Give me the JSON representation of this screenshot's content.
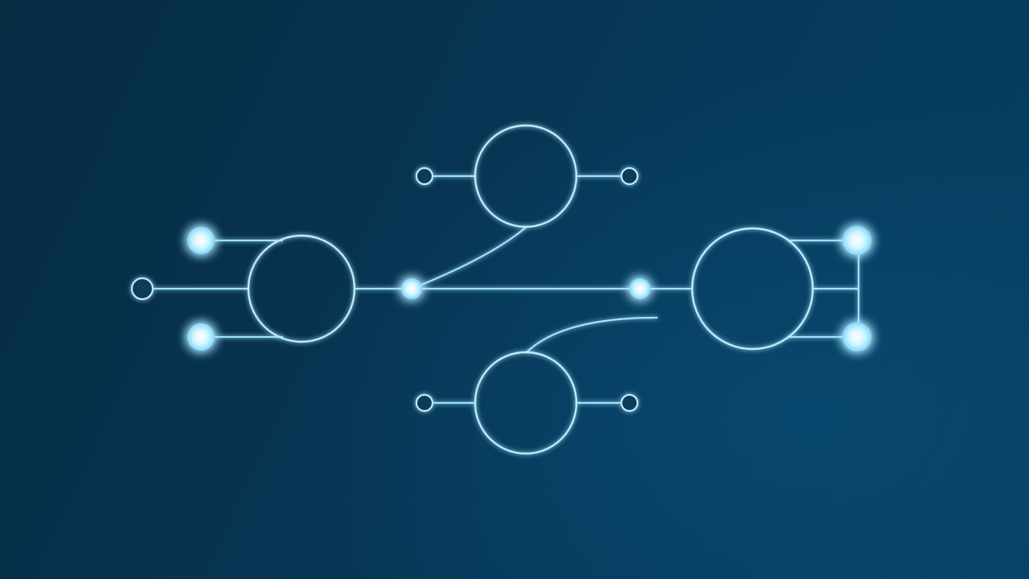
{
  "colors": {
    "background_dark": "#062c42",
    "background_light": "#064063",
    "line": "#9fe3ff",
    "glow": "#5fd0ff",
    "node_fill": "#e6f9ff"
  },
  "diagram": {
    "description_free": true,
    "nodes": [
      {
        "id": "hub-left",
        "kind": "large-circle"
      },
      {
        "id": "hub-top",
        "kind": "large-circle"
      },
      {
        "id": "hub-bottom",
        "kind": "large-circle"
      },
      {
        "id": "hub-right",
        "kind": "large-circle"
      },
      {
        "id": "terminal-left",
        "kind": "open-terminal"
      },
      {
        "id": "port-left-top",
        "kind": "glowing-dot"
      },
      {
        "id": "port-left-bottom",
        "kind": "glowing-dot"
      },
      {
        "id": "junction-left",
        "kind": "glowing-dot"
      },
      {
        "id": "junction-right",
        "kind": "glowing-dot"
      },
      {
        "id": "port-right-top",
        "kind": "glowing-dot"
      },
      {
        "id": "port-right-bottom",
        "kind": "glowing-dot"
      },
      {
        "id": "terminal-top-left",
        "kind": "open-terminal"
      },
      {
        "id": "terminal-top-right",
        "kind": "open-terminal"
      },
      {
        "id": "terminal-bottom-left",
        "kind": "open-terminal"
      },
      {
        "id": "terminal-bottom-right",
        "kind": "open-terminal"
      }
    ],
    "edges": [
      {
        "from": "terminal-left",
        "to": "hub-left"
      },
      {
        "from": "port-left-top",
        "to": "hub-left"
      },
      {
        "from": "port-left-bottom",
        "to": "hub-left"
      },
      {
        "from": "hub-left",
        "to": "junction-left"
      },
      {
        "from": "junction-left",
        "to": "junction-right"
      },
      {
        "from": "junction-right",
        "to": "hub-right"
      },
      {
        "from": "junction-left",
        "to": "hub-top"
      },
      {
        "from": "hub-bottom",
        "to": "junction-right"
      },
      {
        "from": "hub-right",
        "to": "port-right-top"
      },
      {
        "from": "hub-right",
        "to": "port-right-bottom"
      },
      {
        "from": "terminal-top-left",
        "to": "hub-top"
      },
      {
        "from": "hub-top",
        "to": "terminal-top-right"
      },
      {
        "from": "terminal-bottom-left",
        "to": "hub-bottom"
      },
      {
        "from": "hub-bottom",
        "to": "terminal-bottom-right"
      }
    ]
  }
}
